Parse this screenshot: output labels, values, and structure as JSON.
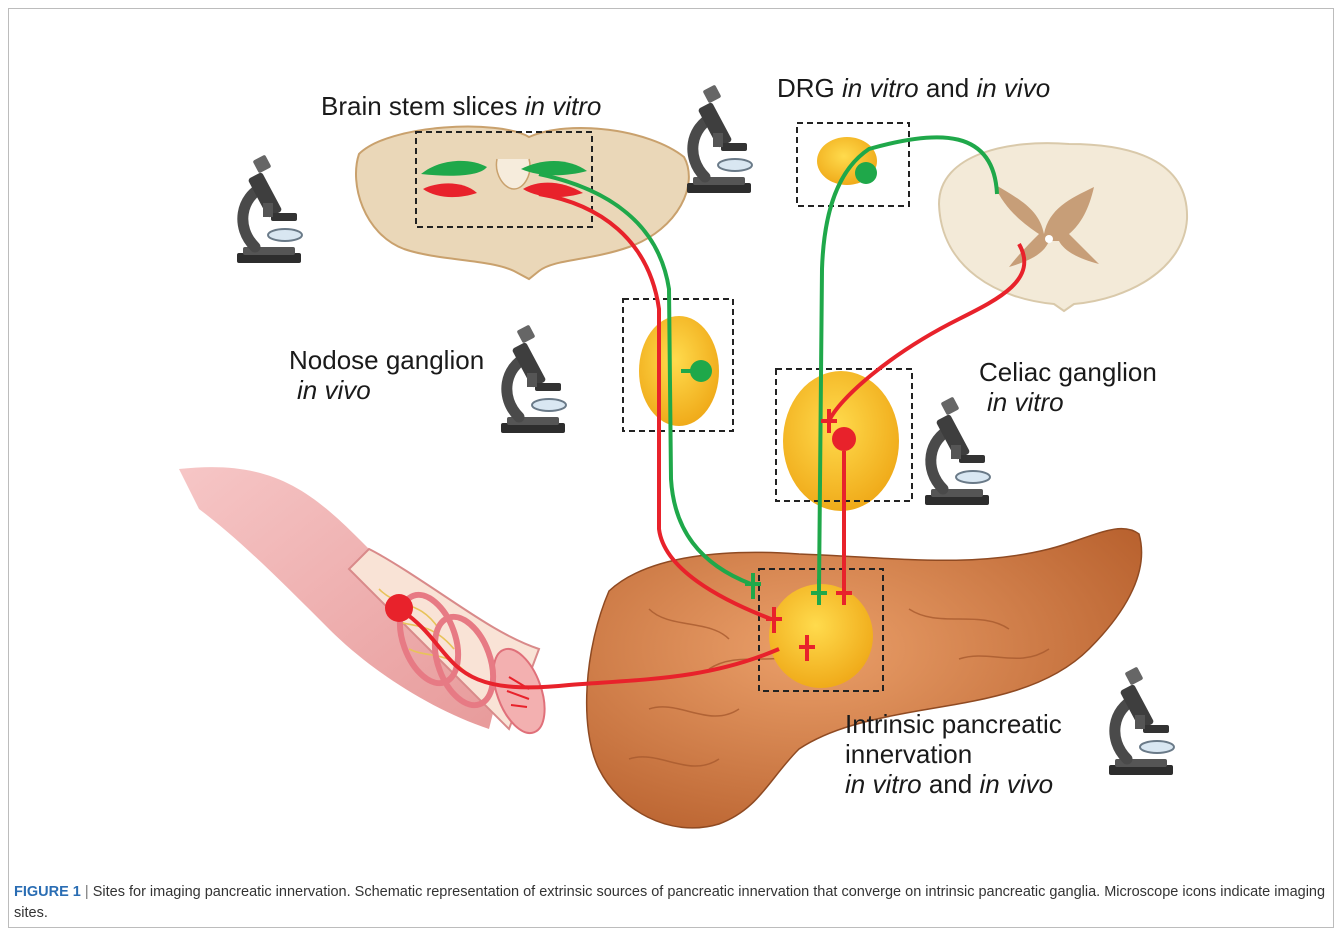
{
  "labels": {
    "brainstem": {
      "main": "Brain stem slices",
      "italic": "in vitro"
    },
    "drg": {
      "main": "DRG",
      "italic1": "in vitro",
      "and": "and",
      "italic2": "in vivo"
    },
    "nodose": {
      "line1": "Nodose ganglion",
      "line2": "in vivo"
    },
    "celiac": {
      "line1": "Celiac ganglion",
      "line2": "in vitro"
    },
    "intrinsic": {
      "line1": "Intrinsic pancreatic",
      "line2": "innervation",
      "italic1": "in vitro",
      "and": "and",
      "italic2": "in vivo"
    }
  },
  "caption": {
    "label": "FIGURE 1",
    "separator": "|",
    "text": "Sites for imaging pancreatic innervation. Schematic representation of extrinsic sources of pancreatic innervation that converge on intrinsic pancreatic ganglia. Microscope icons indicate imaging sites."
  },
  "colors": {
    "green_pathway": "#1fa84a",
    "red_pathway": "#e8222b",
    "ganglion": "#f5c330",
    "pancreas": "#d9824a",
    "spinal_cord": "#f1e8d6",
    "brain_stem": "#e9d5b6",
    "microscope": "#4a4a4a"
  },
  "icons": [
    "microscope-icon"
  ]
}
